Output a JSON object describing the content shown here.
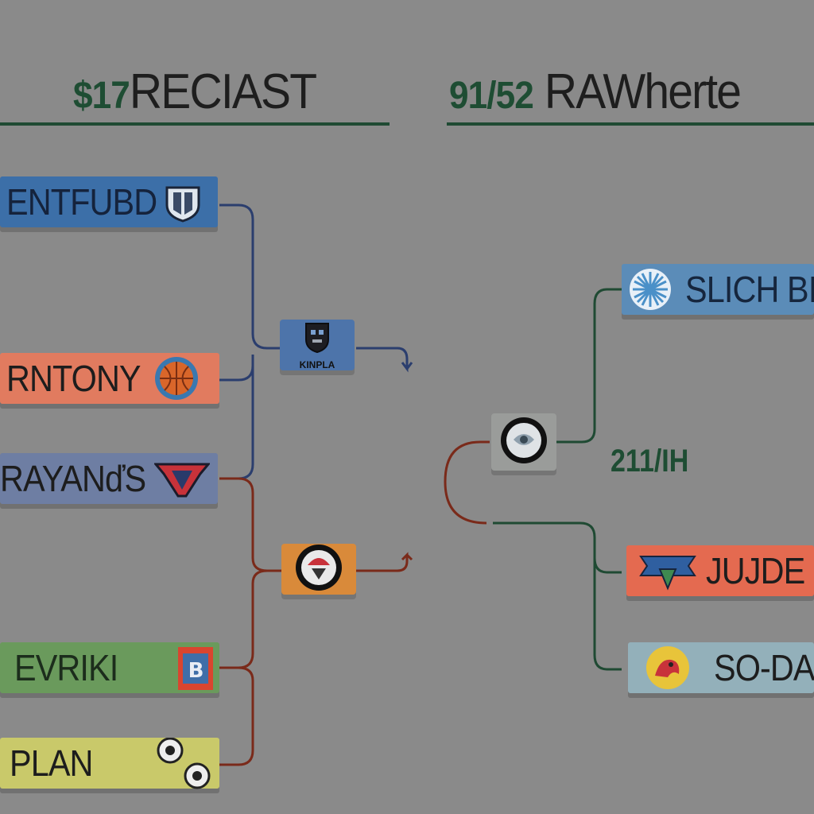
{
  "headers": {
    "left": {
      "lead": "$17",
      "rest": "RECIAST"
    },
    "right": {
      "lead": "91/52",
      "rest": "RAWherte"
    }
  },
  "left_teams": [
    {
      "name": "ENTFUBD",
      "logo": "shield-crest-icon",
      "color": "#3c6fa8"
    },
    {
      "name": "RNTONY",
      "logo": "basketball-icon",
      "color": "#e17b5f"
    },
    {
      "name": "RAYANďS",
      "logo": "wing-shield-icon",
      "color": "#6e7ea3"
    },
    {
      "name": "EVRIKI",
      "logo": "b-crest-icon",
      "color": "#6a9a5c"
    },
    {
      "name": "PLAN",
      "logo": "soccer-ball-icon",
      "color": "#c9c96a"
    }
  ],
  "right_teams": [
    {
      "name": "SLICH BI",
      "logo": "sunburst-icon",
      "color": "#5b8cb8"
    },
    {
      "name": "JUJDE",
      "logo": "banner-crest-icon",
      "color": "#e46a50"
    },
    {
      "name": "SO-DA",
      "logo": "mascot-icon",
      "color": "#93b0ba"
    }
  ],
  "matches": {
    "left_top": {
      "label": "KINPLA",
      "logo": "robot-shield-icon"
    },
    "left_bottom": {
      "logo": "ring-emblem-icon"
    },
    "right": {
      "logo": "ring-emblem-icon"
    }
  },
  "right_score": "211/IH",
  "colors": {
    "background": "#8a8a8a",
    "accent_green": "#1f4a33",
    "connector_blue": "#2b3e6e",
    "connector_red": "#7a2a1a",
    "connector_green": "#1f4a33"
  }
}
